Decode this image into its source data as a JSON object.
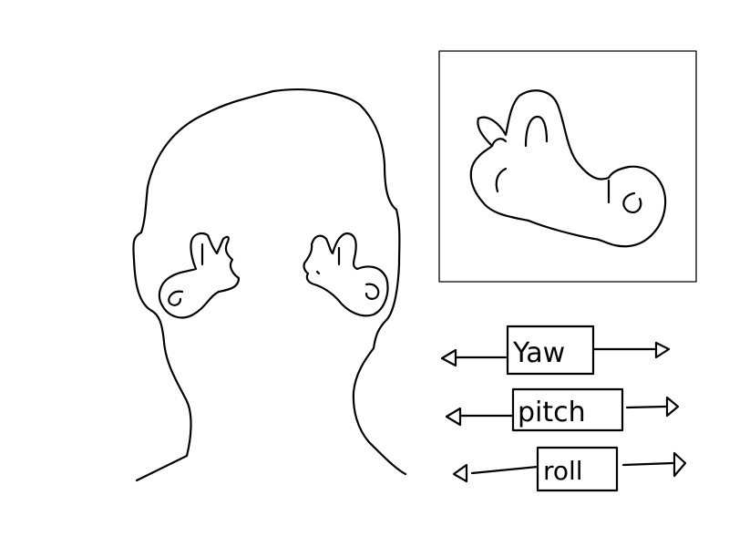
{
  "labels": {
    "yaw": "Yaw",
    "pitch": "pitch",
    "roll": "roll"
  },
  "colors": {
    "ink": "#000000",
    "background": "#ffffff"
  }
}
